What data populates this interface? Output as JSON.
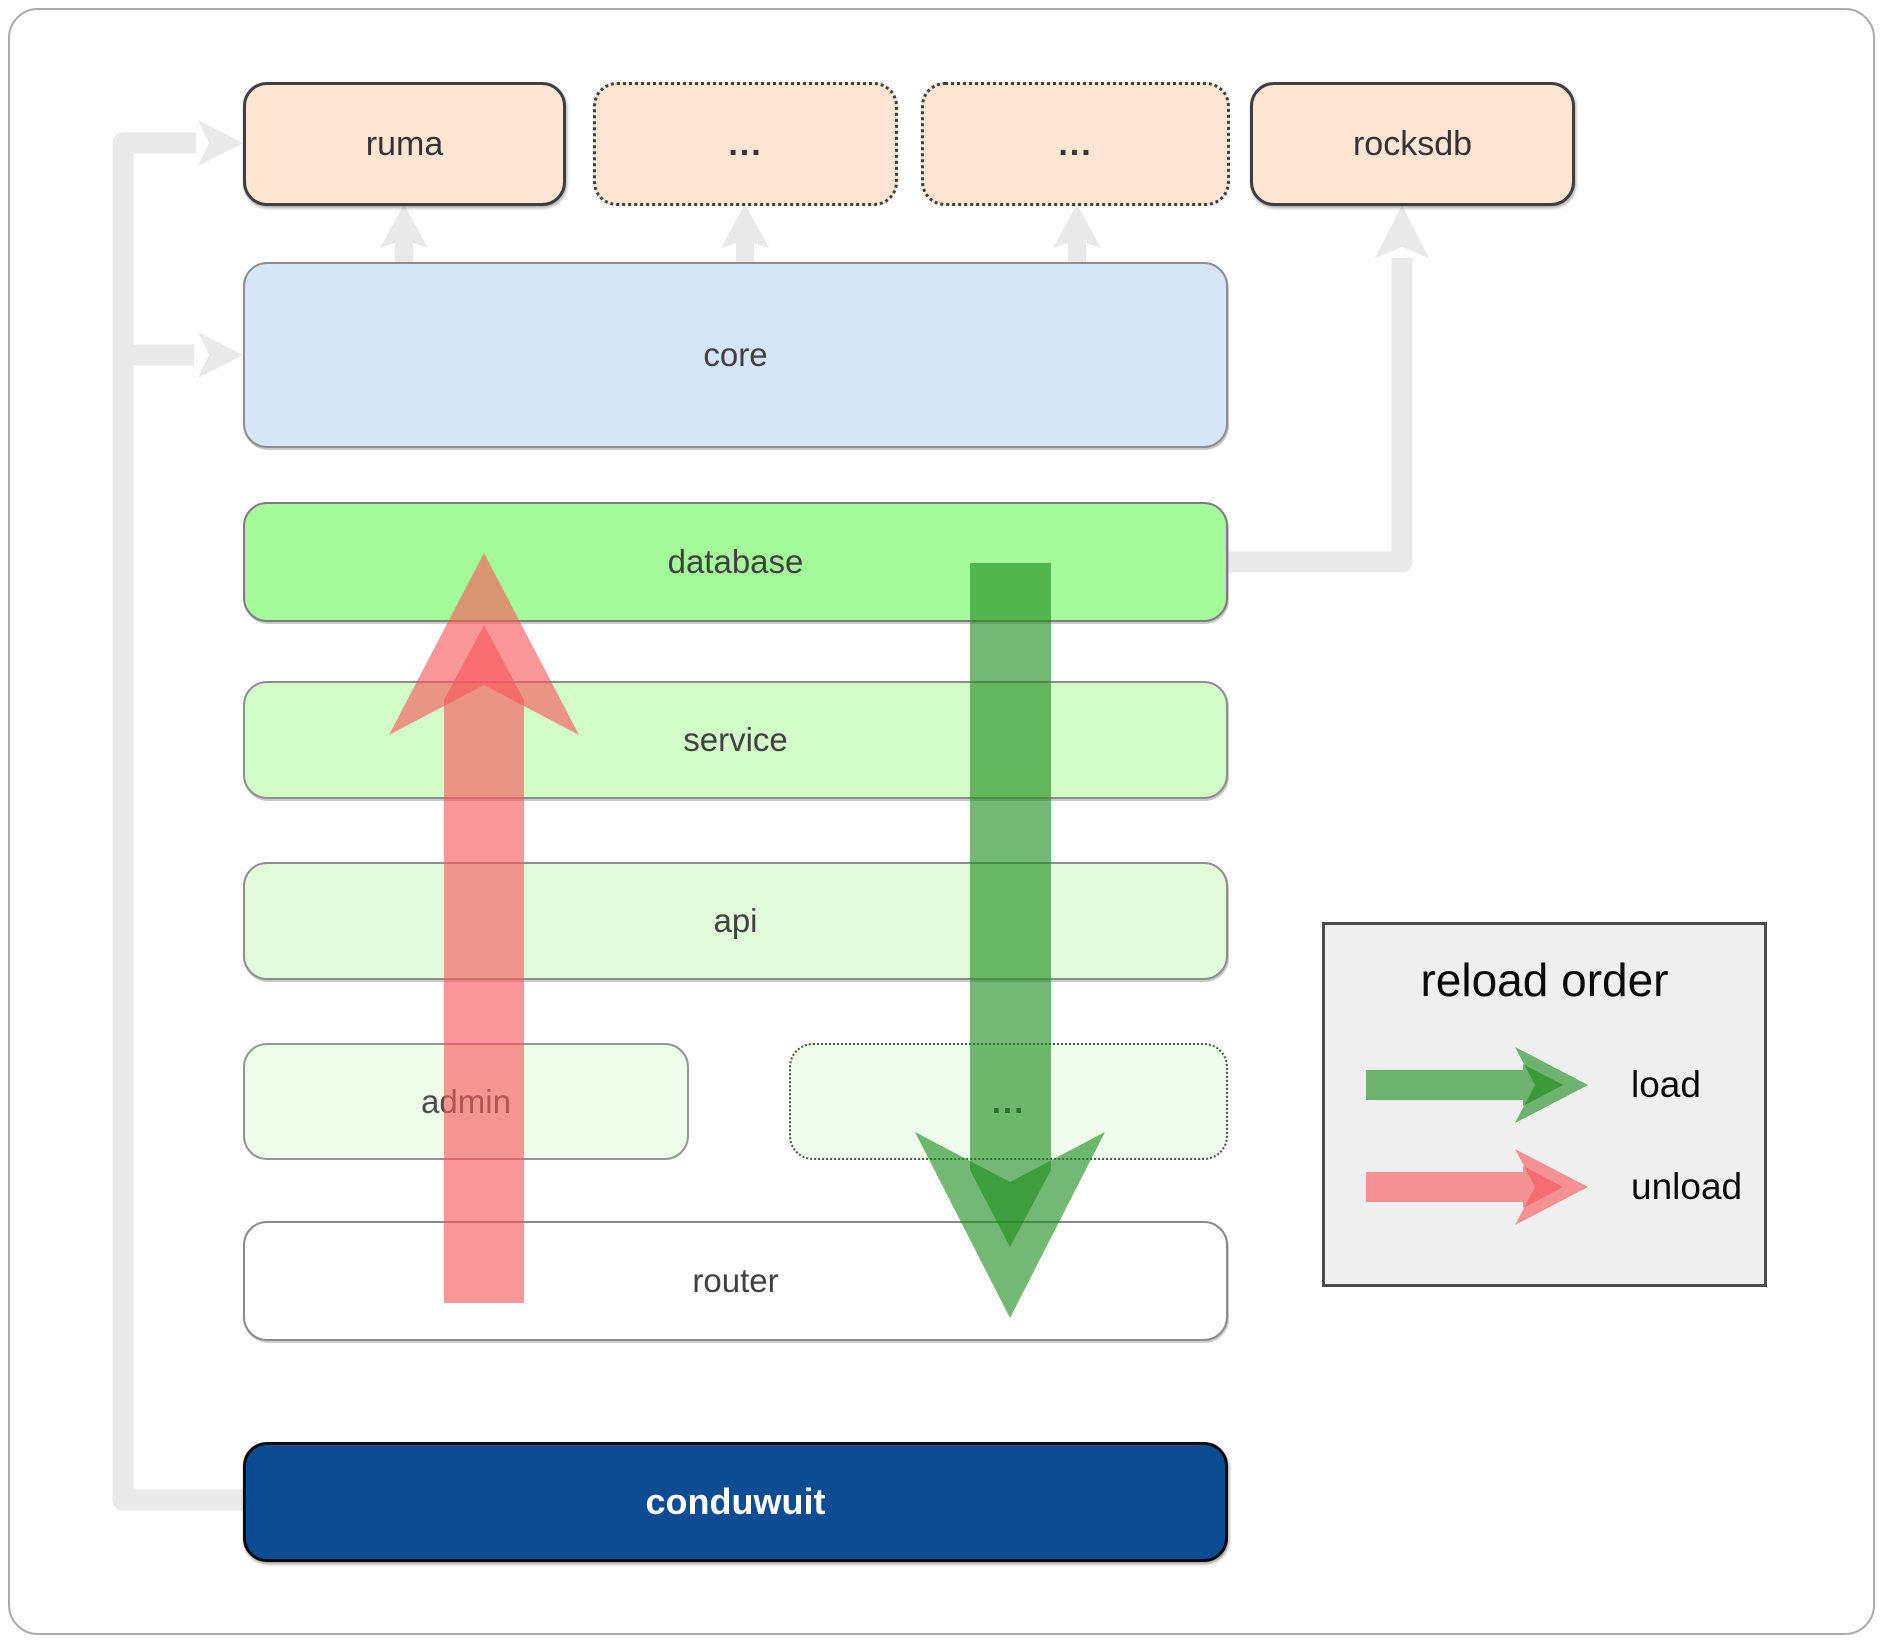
{
  "diagram": {
    "top_row": [
      {
        "label": "ruma"
      },
      {
        "label": "..."
      },
      {
        "label": "..."
      },
      {
        "label": "rocksdb"
      }
    ],
    "core": {
      "label": "core"
    },
    "database": {
      "label": "database"
    },
    "service": {
      "label": "service"
    },
    "api": {
      "label": "api"
    },
    "admin": {
      "label": "admin"
    },
    "admin_more": {
      "label": "..."
    },
    "router": {
      "label": "router"
    },
    "app": {
      "label": "conduwuit"
    }
  },
  "legend": {
    "title": "reload order",
    "items": [
      {
        "label": "load"
      },
      {
        "label": "unload"
      }
    ]
  },
  "colors": {
    "load_arrow": "#1d8c1d",
    "unload_arrow": "#f8565b",
    "connector": "#e9e9e9",
    "crate_fill": "#fce5d3",
    "core_fill": "#d4e6f8",
    "database_fill": "#a5fa9a",
    "service_fill": "#d2fcc8",
    "api_fill": "#e2fcdb",
    "admin_fill": "#edfdea",
    "app_fill": "#0b4c93",
    "app_text": "#ffffff",
    "label_text": "#414141"
  }
}
